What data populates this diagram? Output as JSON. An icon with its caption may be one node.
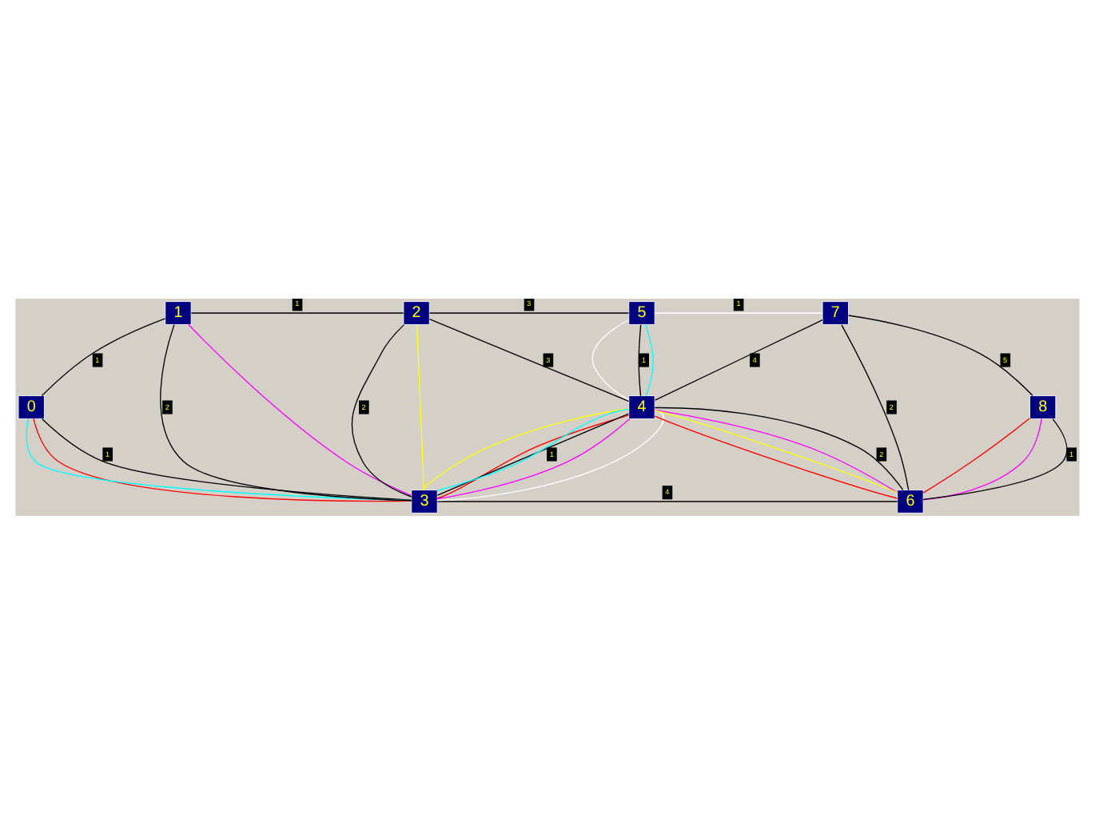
{
  "diagram": {
    "nodes": [
      {
        "text": [
          "0"
        ]
      },
      {
        "text": [
          "1"
        ]
      },
      {
        "text": [
          "2"
        ]
      },
      {
        "text": [
          "3"
        ]
      },
      {
        "text": [
          "4"
        ]
      },
      {
        "text": [
          "5"
        ]
      },
      {
        "text": [
          "6"
        ]
      },
      {
        "text": [
          "7"
        ]
      },
      {
        "text": [
          "8"
        ]
      }
    ],
    "edges": [
      {
        "from": 1,
        "to": 2,
        "arrow": "none",
        "label": "1"
      },
      {
        "from": 2,
        "to": 5,
        "arrow": "none",
        "label": "3"
      },
      {
        "from": 5,
        "to": 7,
        "arrow": "none",
        "label": "1",
        "color": "#ffffff"
      },
      {
        "from": 1,
        "to": 0,
        "arrow": "none",
        "label": "1"
      },
      {
        "from": 1,
        "to": 3,
        "arrow": "none",
        "label": "2"
      },
      {
        "from": 1,
        "to": 3,
        "arrow": "none",
        "color": "#ff00ff"
      },
      {
        "from": 2,
        "to": 3,
        "arrow": "none",
        "label": "2"
      },
      {
        "from": 2,
        "to": 3,
        "arrow": "none",
        "color": "#ffff00"
      },
      {
        "from": 2,
        "to": 4,
        "arrow": "none",
        "label": "3"
      },
      {
        "from": 5,
        "to": 4,
        "arrow": "none",
        "color": "#ffffff"
      },
      {
        "from": 5,
        "to": 4,
        "arrow": "none",
        "label": "1"
      },
      {
        "from": 5,
        "to": 4,
        "arrow": "none",
        "color": "#00ffff"
      },
      {
        "from": 7,
        "to": 4,
        "arrow": "none",
        "label": "4"
      },
      {
        "from": 7,
        "to": 6,
        "arrow": "none",
        "label": "2"
      },
      {
        "from": 7,
        "to": 8,
        "arrow": "none",
        "label": "5"
      },
      {
        "from": 0,
        "to": 3,
        "arrow": "none",
        "color": "#ff0000"
      },
      {
        "from": 0,
        "to": 3,
        "arrow": "none",
        "label": "1"
      },
      {
        "from": 0,
        "to": 3,
        "arrow": "none",
        "color": "#00ffff"
      },
      {
        "from": 4,
        "to": 3,
        "arrow": "none",
        "color": "#ffff00"
      },
      {
        "from": 4,
        "to": 3,
        "arrow": "none",
        "color": "#ff0000"
      },
      {
        "from": 4,
        "to": 3,
        "arrow": "none",
        "label": "1"
      },
      {
        "from": 4,
        "to": 3,
        "arrow": "none",
        "color": "#00ffff"
      },
      {
        "from": 4,
        "to": 3,
        "arrow": "none",
        "color": "#ff00ff"
      },
      {
        "from": 4,
        "to": 3,
        "arrow": "none",
        "color": "#ffffff"
      },
      {
        "from": 4,
        "to": 6,
        "arrow": "none",
        "color": "#ff00ff"
      },
      {
        "from": 4,
        "to": 6,
        "arrow": "none",
        "label": "2"
      },
      {
        "from": 4,
        "to": 6,
        "arrow": "none",
        "color": "#ff0000"
      },
      {
        "from": 4,
        "to": 6,
        "arrow": "none",
        "color": "#ffff00"
      },
      {
        "from": 8,
        "to": 6,
        "arrow": "none",
        "color": "#ff00ff"
      },
      {
        "from": 8,
        "to": 6,
        "arrow": "none",
        "label": "1"
      },
      {
        "from": 8,
        "to": 6,
        "arrow": "none",
        "color": "#ff0000"
      },
      {
        "from": 3,
        "to": 6,
        "arrow": "none",
        "label": "4"
      }
    ]
  }
}
